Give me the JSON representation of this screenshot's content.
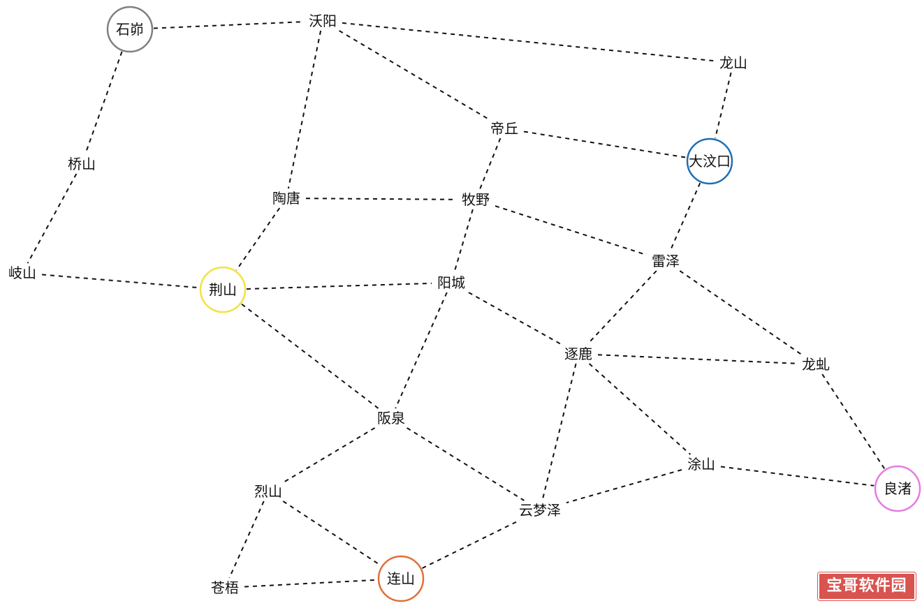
{
  "diagram": {
    "nodes": [
      {
        "id": "shimao",
        "label": "石峁",
        "ring": "gray"
      },
      {
        "id": "woyang",
        "label": "沃阳"
      },
      {
        "id": "longshan",
        "label": "龙山"
      },
      {
        "id": "qiaoshan",
        "label": "桥山"
      },
      {
        "id": "diqiu",
        "label": "帝丘"
      },
      {
        "id": "dawenkou",
        "label": "大汶口",
        "ring": "blue"
      },
      {
        "id": "taotang",
        "label": "陶唐"
      },
      {
        "id": "muye",
        "label": "牧野"
      },
      {
        "id": "qishan",
        "label": "岐山"
      },
      {
        "id": "jingshan",
        "label": "荆山",
        "ring": "yellow"
      },
      {
        "id": "yangcheng",
        "label": "阳城"
      },
      {
        "id": "leize",
        "label": "雷泽"
      },
      {
        "id": "zhulu",
        "label": "逐鹿"
      },
      {
        "id": "longqiu",
        "label": "龙虬"
      },
      {
        "id": "banquan",
        "label": "阪泉"
      },
      {
        "id": "tushan",
        "label": "涂山"
      },
      {
        "id": "liangzhu",
        "label": "良渚",
        "ring": "pink"
      },
      {
        "id": "lieshan",
        "label": "烈山"
      },
      {
        "id": "yunmengze",
        "label": "云梦泽"
      },
      {
        "id": "lianshan",
        "label": "连山",
        "ring": "orange"
      },
      {
        "id": "cangwu",
        "label": "苍梧"
      }
    ],
    "edges": [
      [
        "shimao",
        "woyang"
      ],
      [
        "shimao",
        "qiaoshan"
      ],
      [
        "qiaoshan",
        "qishan"
      ],
      [
        "qishan",
        "jingshan"
      ],
      [
        "woyang",
        "longshan"
      ],
      [
        "woyang",
        "diqiu"
      ],
      [
        "woyang",
        "taotang"
      ],
      [
        "longshan",
        "dawenkou"
      ],
      [
        "diqiu",
        "dawenkou"
      ],
      [
        "diqiu",
        "muye"
      ],
      [
        "taotang",
        "muye"
      ],
      [
        "taotang",
        "jingshan"
      ],
      [
        "muye",
        "leize"
      ],
      [
        "muye",
        "yangcheng"
      ],
      [
        "dawenkou",
        "leize"
      ],
      [
        "jingshan",
        "yangcheng"
      ],
      [
        "jingshan",
        "banquan"
      ],
      [
        "yangcheng",
        "zhulu"
      ],
      [
        "yangcheng",
        "banquan"
      ],
      [
        "leize",
        "zhulu"
      ],
      [
        "leize",
        "longqiu"
      ],
      [
        "zhulu",
        "longqiu"
      ],
      [
        "zhulu",
        "tushan"
      ],
      [
        "zhulu",
        "yunmengze"
      ],
      [
        "longqiu",
        "liangzhu"
      ],
      [
        "tushan",
        "liangzhu"
      ],
      [
        "tushan",
        "yunmengze"
      ],
      [
        "banquan",
        "yunmengze"
      ],
      [
        "banquan",
        "lieshan"
      ],
      [
        "lieshan",
        "lianshan"
      ],
      [
        "lieshan",
        "cangwu"
      ],
      [
        "cangwu",
        "lianshan"
      ],
      [
        "lianshan",
        "yunmengze"
      ]
    ]
  },
  "colors": {
    "gray": "#808080",
    "blue": "#1f6fb4",
    "yellow": "#f2e240",
    "pink": "#e67ce0",
    "orange": "#e0703a",
    "edge": "#111111",
    "watermark": "#d9534f"
  },
  "watermark": {
    "text": "宝哥软件园"
  }
}
